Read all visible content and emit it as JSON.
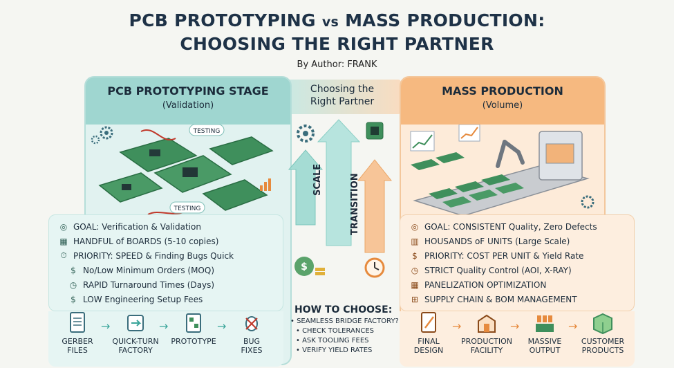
{
  "title": {
    "line1_a": "PCB PROTOTYPING",
    "line1_vs": "vs",
    "line1_b": "MASS PRODUCTION:",
    "line2": "CHOOSING THE RIGHT PARTNER"
  },
  "author": "By Author: FRANK",
  "left_panel": {
    "title": "PCB PROTOTYPING STAGE",
    "subtitle": "(Validation)",
    "testing_top": "TESTING",
    "testing_bottom": "TESTING",
    "items": [
      {
        "icon": "target-icon",
        "text": "GOAL: Verification & Validation"
      },
      {
        "icon": "boards-icon",
        "text": "HANDFUL of BOARDS (5-10 copies)"
      },
      {
        "icon": "stopwatch-icon",
        "text": "PRIORITY: SPEED & Finding Bugs Quick"
      },
      {
        "icon": "dollar-icon",
        "text": "No/Low Minimum Orders (MOQ)"
      },
      {
        "icon": "clock-icon",
        "text": "RAPID Turnaround Times (Days)"
      },
      {
        "icon": "money-bag-icon",
        "text": "LOW Engineering Setup Fees"
      }
    ],
    "flow": [
      {
        "label1": "GERBER",
        "label2": "FILES"
      },
      {
        "label1": "QUICK-TURN",
        "label2": "FACTORY"
      },
      {
        "label1": "PROTOTYPE",
        "label2": ""
      },
      {
        "label1": "BUG",
        "label2": "FIXES"
      }
    ]
  },
  "middle": {
    "title1": "Choosing the",
    "title2": "Right Partner",
    "scale": "SCALE",
    "transition": "TRANSITION",
    "howto_title": "HOW TO CHOOSE:",
    "howto_items": [
      "SEAMLESS BRIDGE FACTORY?",
      "CHECK TOLERANCES",
      "ASK TOOLING FEES",
      "VERIFY YIELD RATES"
    ]
  },
  "right_panel": {
    "title": "MASS PRODUCTION",
    "subtitle": "(Volume)",
    "items": [
      {
        "icon": "target-icon",
        "text": "GOAL: CONSISTENT Quality, Zero Defects"
      },
      {
        "icon": "bar-chart-icon",
        "text": "HOUSANDS oF UNITS (Large Scale)"
      },
      {
        "icon": "dollar-icon",
        "text": "PRIORITY: COST PER UNIT & Yield Rate"
      },
      {
        "icon": "clock-icon",
        "text": "STRICT Quality Control (AOI, X-RAY)"
      },
      {
        "icon": "grid-icon",
        "text": "PANELIZATION OPTIMIZATION"
      },
      {
        "icon": "hierarchy-icon",
        "text": "SUPPLY CHAIN & BOM MANAGEMENT"
      }
    ],
    "flow": [
      {
        "label1": "FINAL",
        "label2": "DESIGN"
      },
      {
        "label1": "PRODUCTION",
        "label2": "FACILITY"
      },
      {
        "label1": "MASSIVE",
        "label2": "OUTPUT"
      },
      {
        "label1": "CUSTOMER",
        "label2": "PRODUCTS"
      }
    ]
  },
  "colors": {
    "teal": "#3aa59a",
    "orange": "#e68a3d",
    "board_green": "#3f8f5c"
  }
}
